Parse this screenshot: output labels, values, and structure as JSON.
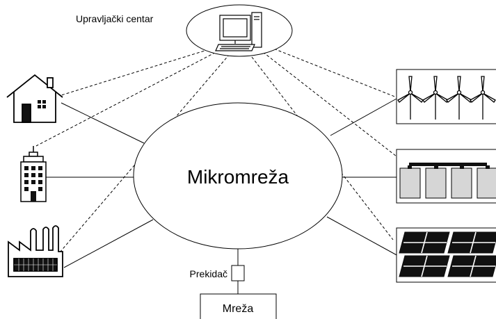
{
  "diagram": {
    "control_center_label": "Upravljački centar",
    "microgrid_label": "Mikromreža",
    "breaker_label": "Prekidač",
    "grid_label": "Mreža"
  },
  "icons": {
    "control_center": "computer-icon",
    "house": "house-icon",
    "building": "office-building-icon",
    "factory": "factory-icon",
    "wind": "wind-turbines-icon",
    "battery": "battery-storage-icon",
    "solar": "solar-panels-icon",
    "breaker": "breaker-icon"
  }
}
